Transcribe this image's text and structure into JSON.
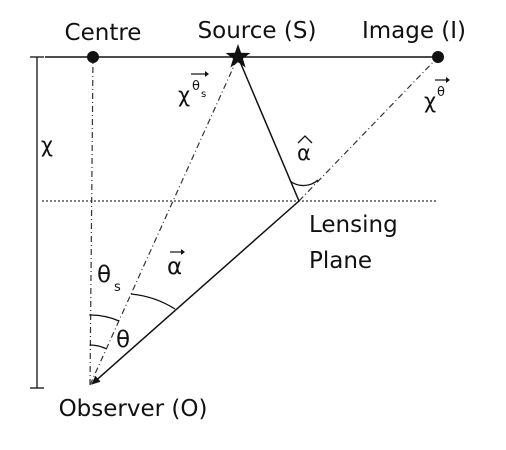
{
  "labels": {
    "centre": "Centre",
    "source": "Source (S)",
    "image": "Image (I)",
    "chi_axis": "χ",
    "lens_line1": "Lensing",
    "lens_line2": "Plane",
    "observer": "Observer (O)"
  },
  "vectors": {
    "chi_theta_s": {
      "base": "χ",
      "sup": "θ",
      "sup_sub": "s"
    },
    "chi_theta": {
      "base": "χ",
      "sup": "θ"
    },
    "alpha_vec": "α"
  },
  "angles": {
    "theta_s": {
      "base": "θ",
      "sub": "s"
    },
    "theta": "θ",
    "alpha_hat": "α"
  }
}
